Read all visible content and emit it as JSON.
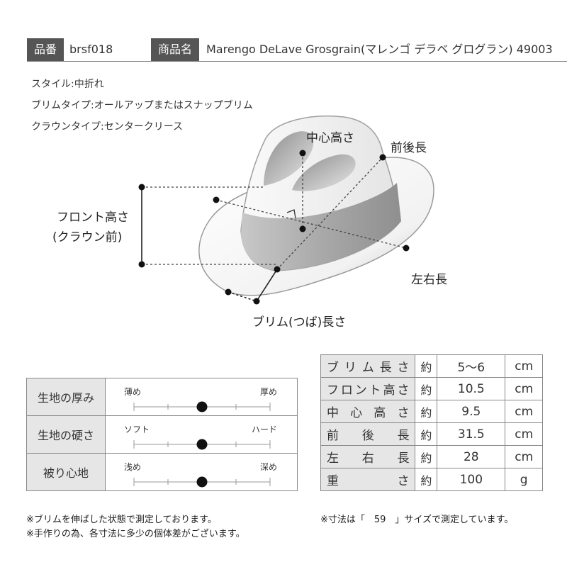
{
  "header": {
    "item_no_label": "品番",
    "item_no": "brsf018",
    "product_name_label": "商品名",
    "product_name": "Marengo DeLave Grosgrain(マレンゴ デラベ グログラン) 49003"
  },
  "attributes": [
    "スタイル:中折れ",
    "ブリムタイプ:オールアップまたはスナップブリム",
    "クラウンタイプ:センタークリース"
  ],
  "diagram": {
    "center_height": "中心高さ",
    "front_back_length": "前後長",
    "front_height_line1": "フロント高さ",
    "front_height_line2": "(クラウン前)",
    "side_length": "左右長",
    "brim_length": "ブリム(つば)長さ"
  },
  "feel": [
    {
      "label": "生地の厚み",
      "low": "薄め",
      "high": "厚め",
      "position": 0.5
    },
    {
      "label": "生地の硬さ",
      "low": "ソフト",
      "high": "ハード",
      "position": 0.5
    },
    {
      "label": "被り心地",
      "low": "浅め",
      "high": "深め",
      "position": 0.5
    }
  ],
  "sizes": [
    {
      "label": "ブリム長さ",
      "approx": "約",
      "value": "5～6",
      "unit": "cm"
    },
    {
      "label": "フロント高さ",
      "approx": "約",
      "value": "10.5",
      "unit": "cm"
    },
    {
      "label": "中心高さ",
      "approx": "約",
      "value": "9.5",
      "unit": "cm"
    },
    {
      "label": "前後長",
      "approx": "約",
      "value": "31.5",
      "unit": "cm"
    },
    {
      "label": "左右長",
      "approx": "約",
      "value": "28",
      "unit": "cm"
    },
    {
      "label": "重さ",
      "approx": "約",
      "value": "100",
      "unit": "g"
    }
  ],
  "notes": {
    "brim_note": "※ブリムを伸ばした状態で測定しております。",
    "handmade_note": "※手作りの為、各寸法に多少の個体差がございます。",
    "size_note": "※寸法は「　59　」サイズで測定しています。"
  }
}
